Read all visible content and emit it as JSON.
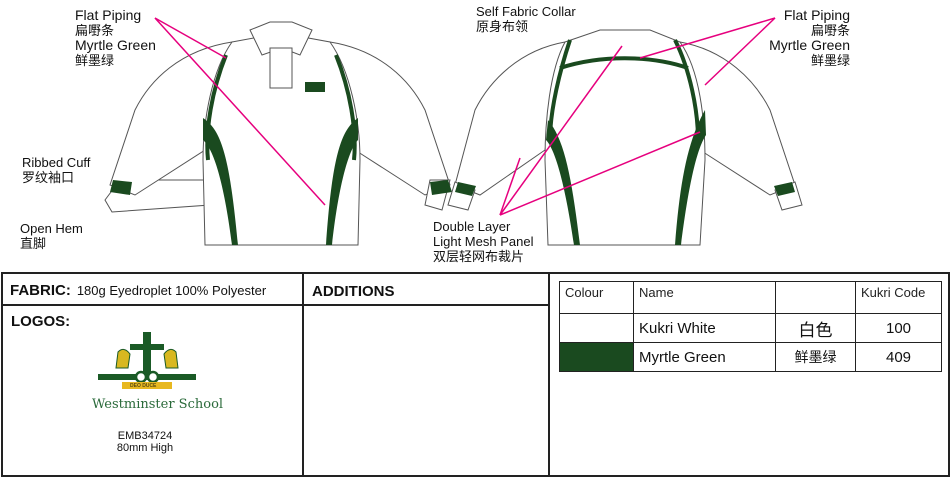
{
  "annotations": {
    "front_piping": {
      "en": "Flat Piping",
      "zh": "扁嘢条",
      "color_en": "Myrtle Green",
      "color_zh": "鲜墨绿"
    },
    "collar": {
      "en": "Self Fabric Collar",
      "zh": "原身布领"
    },
    "back_piping": {
      "en": "Flat Piping",
      "zh": "扁嘢条",
      "color_en": "Myrtle Green",
      "color_zh": "鲜墨绿"
    },
    "cuff": {
      "en": "Ribbed Cuff",
      "zh": "罗纹袖口"
    },
    "hem": {
      "en": "Open Hem",
      "zh": "直脚"
    },
    "mesh": {
      "line1": "Double Layer",
      "line2": "Light Mesh Panel",
      "zh": "双层轻网布裁片"
    }
  },
  "fabric": {
    "label": "FABRIC:",
    "value": "180g Eyedroplet 100% Polyester"
  },
  "additions": {
    "label": "ADDITIONS"
  },
  "logos": {
    "label": "LOGOS:",
    "motto": "DEO DUCE",
    "school": "Westminster School",
    "code": "EMB34724",
    "size": "80mm High"
  },
  "colour_table": {
    "headers": [
      "Colour",
      "Name",
      "",
      "Kukri Code"
    ],
    "rows": [
      {
        "swatch": "#ffffff",
        "name": "Kukri White",
        "zh": "白色",
        "code": "100"
      },
      {
        "swatch": "#1a4a1f",
        "name": "Myrtle Green",
        "zh": "鲜墨绿",
        "code": "409"
      }
    ]
  },
  "colors": {
    "green": "#1a4a1f",
    "annotation": "#e6007e",
    "gold": "#e8b820"
  }
}
